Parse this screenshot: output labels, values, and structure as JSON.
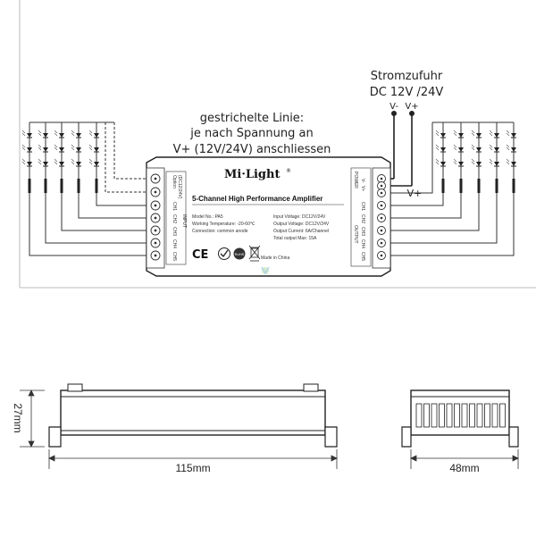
{
  "annotation": {
    "dashed_line": [
      "gestrichelte Linie:",
      "je nach Spannung an",
      "V+ (12V/24V) anschliessen"
    ],
    "power_supply": [
      "Stromzufuhr",
      "DC 12V /24V"
    ],
    "v_minus": "V-",
    "v_plus": "V+",
    "v_plus_out": "V+"
  },
  "device": {
    "brand": "Mi·Light",
    "registered": "®",
    "title": "5-Channel High Performance Amplifier",
    "specs_left": [
      "Model No.: PA5",
      "Working Temperature: -20-60℃",
      "Connection: common anode"
    ],
    "specs_right": [
      "Input Voltage: DC12V/24V",
      "Output Voltage: DC12V/24V",
      "Output Current: 6A/Channel",
      "Total output Max: 15A"
    ],
    "made_in": "Made in China",
    "input_header": "INPUT",
    "output_header": "OUTPUT",
    "power_header": "POWER",
    "option_label": "Option",
    "option_voltage": "(DC12/24V)",
    "input_channels": [
      "CH1",
      "CH2",
      "CH3",
      "CH4",
      "CH5"
    ],
    "output_channels": [
      "CH1",
      "CH2",
      "CH3",
      "CH4",
      "CH5"
    ],
    "power_terminals": [
      "V-",
      "V+"
    ],
    "ce_mark": "CE",
    "rohs_mark": "RoHS"
  },
  "dimensions": {
    "height": "27mm",
    "length": "115mm",
    "width": "48mm"
  }
}
